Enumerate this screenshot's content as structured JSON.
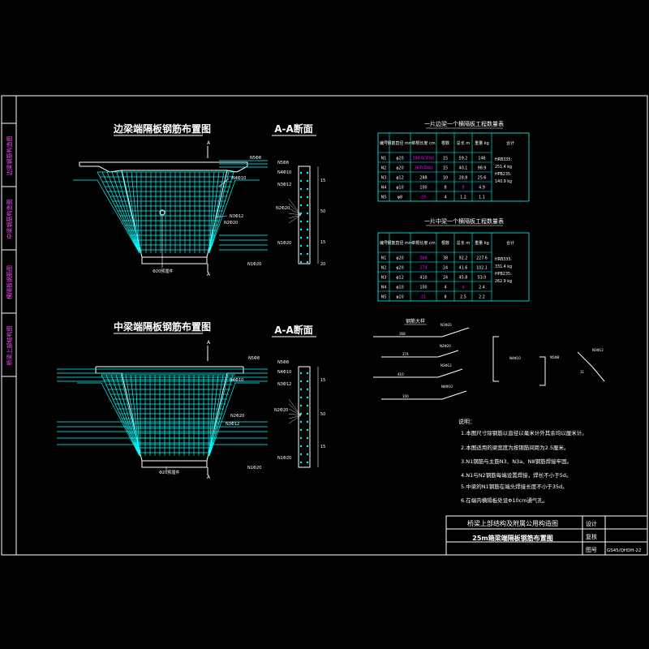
{
  "colors": {
    "background": "#000000",
    "frame": "#ffffff",
    "title_text": "#ffffff",
    "mesh": "#00ffff",
    "concrete": "#ffffff",
    "table_lines": "#00ffff",
    "table_text": "#ffffff",
    "highlight": "#ff00ff",
    "annotation": "#ffffff"
  },
  "side_labels": [
    "边梁钢筋构造图",
    "中梁钢筋构造图",
    "横隔板钢筋图",
    "桥梁上部结构图"
  ],
  "views": {
    "edge_title": "边梁端隔板钢筋布置图",
    "edge_section_title": "A-A断面",
    "middle_title": "中梁端隔板钢筋布置图",
    "middle_section_title": "A-A断面",
    "section_mark": "A",
    "edge_callouts": [
      "N5Φ8",
      "N4Φ10",
      "N3Φ12",
      "N2Φ20",
      "N1Φ20",
      "Φ20预埋件"
    ],
    "edge_section_callouts": [
      "N5Φ8",
      "N4Φ10",
      "N3Φ12",
      "N2Φ20",
      "N1Φ20"
    ],
    "edge_section_dims": [
      "15",
      "50",
      "15",
      "20"
    ],
    "middle_callouts": [
      "N5Φ8",
      "N4Φ10",
      "N3Φ12",
      "N2Φ20",
      "N1Φ20",
      "Φ20预埋件"
    ],
    "middle_section_callouts": [
      "N5Φ8",
      "N4Φ10",
      "N3Φ12",
      "N2Φ20",
      "N1Φ20"
    ],
    "middle_section_dims": [
      "15",
      "50",
      "15"
    ]
  },
  "table_edge": {
    "title": "一片边梁一个横隔板工程数量表",
    "headers": [
      "编号",
      "钢筋直径 mm",
      "单根长度 cm",
      "根数",
      "总长 m",
      "重量 kg",
      "合计"
    ],
    "rows": [
      [
        "N1",
        "φ20",
        "394.6(平均)",
        "15",
        "59.2",
        "146",
        ""
      ],
      [
        "N2",
        "φ20",
        "267(平均)",
        "15",
        "40.1",
        "98.9",
        ""
      ],
      [
        "N3",
        "φ12",
        "288",
        "10",
        "28.8",
        "25.6",
        ""
      ],
      [
        "N4",
        "φ10",
        "100",
        "8",
        "8",
        "4.9",
        ""
      ],
      [
        "N5",
        "φ8",
        "29",
        "4",
        "1.2",
        "1.1",
        ""
      ]
    ],
    "summary_lines": [
      "HRB335:",
      "251.4  kg",
      "HPB235:",
      "140.9  kg"
    ]
  },
  "table_middle": {
    "title": "一片中梁一个横隔板工程数量表",
    "headers": [
      "编号",
      "钢筋直径 mm",
      "单根长度 cm",
      "根数",
      "总长 m",
      "重量 kg",
      "合计"
    ],
    "rows": [
      [
        "N1",
        "φ20",
        "368",
        "38",
        "92.2",
        "227.6",
        ""
      ],
      [
        "N2",
        "φ20",
        "274",
        "24",
        "41.6",
        "102.1",
        ""
      ],
      [
        "N3",
        "φ12",
        "410",
        "24",
        "45.8",
        "53.0",
        ""
      ],
      [
        "N4",
        "φ10",
        "100",
        "4",
        "4",
        "2.4",
        ""
      ],
      [
        "N5",
        "φ10",
        "31",
        "8",
        "2.5",
        "2.2",
        ""
      ]
    ],
    "summary_lines": [
      "HRB335:",
      "331.4  kg",
      "HPB235:",
      "262.9  kg"
    ]
  },
  "rebar_detail": {
    "title": "钢筋大样",
    "labels": [
      "N1Φ20",
      "N2Φ20",
      "N3Φ12",
      "N4Φ10",
      "N5Φ8"
    ],
    "lengths": [
      "368",
      "274",
      "410",
      "100",
      "31"
    ],
    "hook_labels": [
      "N4Φ10",
      "N5Φ8",
      "N3Φ12",
      "31"
    ]
  },
  "notes": {
    "heading": "说明：",
    "items": [
      "1.本图尺寸除钢筋以直径以毫米计外其余均以厘米计。",
      "2.本图适用的梁宽度为按钢筋间距为2.5厘米。",
      "3.N1钢筋与主筋N3、N3a、N8钢筋焊接牢固。",
      "4.N1与N2钢筋每端设置焊接，焊长不小于5d。",
      "5.中梁的N1钢筋在端头焊接长度不小于35d。",
      "6.在端内横隔板处设Φ10cm通气孔。"
    ]
  },
  "title_block": {
    "project": "桥梁上部结构及附属公用构造图",
    "drawing": "25m箱梁端隔板钢筋布置图",
    "design_label": "设计",
    "review_label": "复核",
    "number_label": "图号",
    "number_value": "GS45/QHDH-22"
  }
}
